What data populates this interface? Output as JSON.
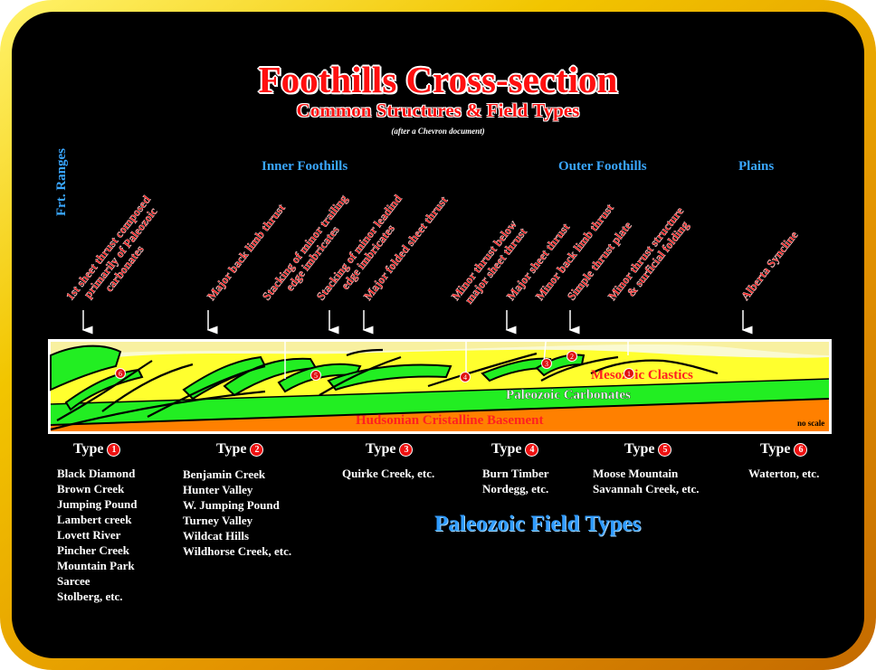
{
  "title": "Foothills Cross-section",
  "subtitle": "Common Structures & Field Types",
  "credit": "(after a Chevron document)",
  "regions": {
    "front_ranges": "Frt. Ranges",
    "inner_foothills": "Inner Foothills",
    "outer_foothills": "Outer Foothills",
    "plains": "Plains"
  },
  "annotations": [
    {
      "lines": [
        "1st sheet thrust composed",
        "primarily of Paleozoic",
        "carbonates"
      ]
    },
    {
      "lines": [
        "Major back limb thrust"
      ]
    },
    {
      "lines": [
        "Stacking of minor trailing",
        "edge imbricates"
      ]
    },
    {
      "lines": [
        "Stacking of minor leadind",
        "edge imbricates"
      ]
    },
    {
      "lines": [
        "Major folded sheet thrust"
      ]
    },
    {
      "lines": [
        "Minor thrust below",
        "major sheet thrust"
      ]
    },
    {
      "lines": [
        "Major sheet thrust"
      ]
    },
    {
      "lines": [
        "Minor back limb thrust"
      ]
    },
    {
      "lines": [
        "Simple thrust plate"
      ]
    },
    {
      "lines": [
        "Minor thrust structure",
        "& surficial folding"
      ]
    },
    {
      "lines": [
        "Alberta Syncline"
      ]
    }
  ],
  "layers": {
    "mesozoic": "Mesozoic Clastics",
    "paleozoic": "Paleozoic Carbonates",
    "basement": "Hudsonian Cristalline Basement",
    "scale_note": "no scale"
  },
  "markers": [
    "6",
    "5",
    "4",
    "3",
    "2",
    "1"
  ],
  "types": [
    {
      "label": "Type",
      "number": "1",
      "fields": [
        "Black Diamond",
        "Brown Creek",
        "Jumping Pound",
        "Lambert creek",
        "Lovett River",
        "Pincher Creek",
        "Mountain Park",
        "Sarcee",
        "Stolberg, etc."
      ]
    },
    {
      "label": "Type",
      "number": "2",
      "fields": [
        "Benjamin Creek",
        "Hunter Valley",
        "W. Jumping Pound",
        "Turney Valley",
        "Wildcat Hills",
        "Wildhorse Creek, etc."
      ]
    },
    {
      "label": "Type",
      "number": "3",
      "fields": [
        "Quirke Creek, etc."
      ]
    },
    {
      "label": "Type",
      "number": "4",
      "fields": [
        "Burn Timber",
        "Nordegg, etc."
      ]
    },
    {
      "label": "Type",
      "number": "5",
      "fields": [
        "Moose Mountain",
        "Savannah Creek, etc."
      ]
    },
    {
      "label": "Type",
      "number": "6",
      "fields": [
        "Waterton, etc."
      ]
    }
  ],
  "field_types_label": "Paleozoic Field Types",
  "colors": {
    "title": "#ff1010",
    "region": "#3aa7ff",
    "mesozoic": "#ffff2e",
    "paleozoic": "#22ee22",
    "basement": "#ff8000",
    "marker": "#e11111"
  }
}
